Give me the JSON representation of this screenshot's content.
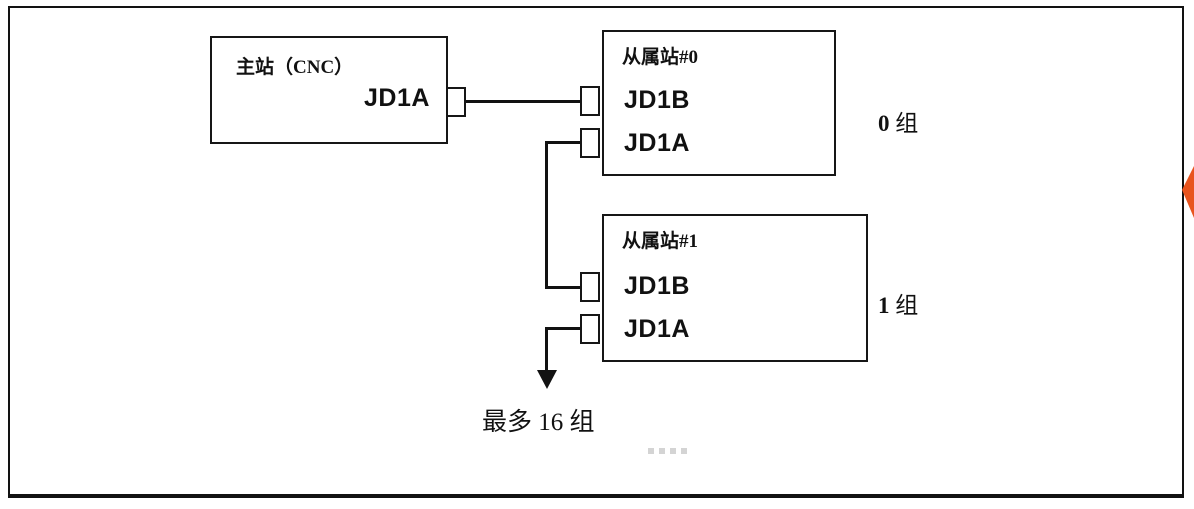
{
  "master": {
    "title": "主站（CNC）",
    "port": "JD1A"
  },
  "slaves": [
    {
      "title": "从属站#0",
      "ports": [
        "JD1B",
        "JD1A"
      ],
      "group_num": "0",
      "group_unit": "组"
    },
    {
      "title": "从属站#1",
      "ports": [
        "JD1B",
        "JD1A"
      ],
      "group_num": "1",
      "group_unit": "组"
    }
  ],
  "footer_note": "最多 16 组",
  "colors": {
    "wire": "#121212",
    "box_border": "#161616",
    "edge_marker": "#e8541e"
  }
}
